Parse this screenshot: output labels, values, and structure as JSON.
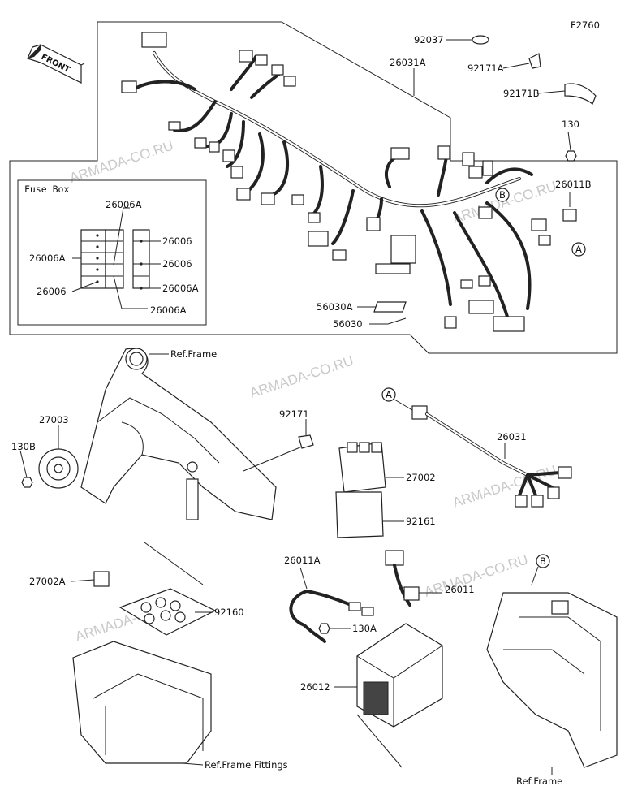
{
  "diagram_id": "F2760",
  "front_label": "FRONT",
  "fuse_box_title": "Fuse Box",
  "watermark": "ARMADA-CO.RU",
  "callouts": {
    "A": "A",
    "B": "B"
  },
  "labels": {
    "p92037": "92037",
    "p26031A": "26031A",
    "p92171A": "92171A",
    "p92171B": "92171B",
    "p130": "130",
    "p26011B": "26011B",
    "p56030A": "56030A",
    "p56030": "56030",
    "fb_26006A_top": "26006A",
    "fb_26006A_left": "26006A",
    "fb_26006_left": "26006",
    "fb_26006_r1": "26006",
    "fb_26006_r2": "26006",
    "fb_26006A_r3": "26006A",
    "fb_26006A_bottom": "26006A",
    "ref_frame_1": "Ref.Frame",
    "p27003": "27003",
    "p130B": "130B",
    "p92171": "92171",
    "p27002": "27002",
    "p92161": "92161",
    "p26031": "26031",
    "p27002A": "27002A",
    "p92160": "92160",
    "p26011A": "26011A",
    "p130A": "130A",
    "p26011": "26011",
    "p26012": "26012",
    "ref_frame_fittings": "Ref.Frame Fittings",
    "ref_frame_2": "Ref.Frame"
  }
}
